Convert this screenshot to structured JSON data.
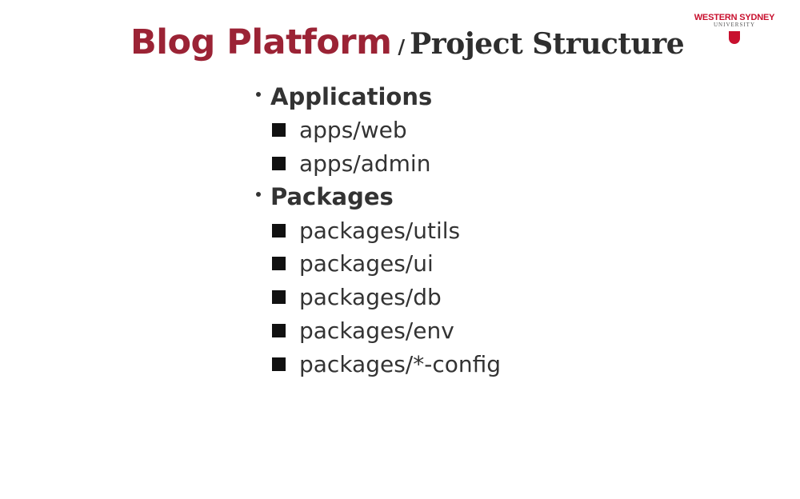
{
  "title": {
    "main": "Blog Platform",
    "separator": "/",
    "sub": "Project Structure"
  },
  "logo": {
    "line1": "WESTERN SYDNEY",
    "line2": "UNIVERSITY"
  },
  "sections": [
    {
      "label": "Applications",
      "items": [
        "apps/web",
        "apps/admin"
      ]
    },
    {
      "label": "Packages",
      "items": [
        "packages/utils",
        "packages/ui",
        "packages/db",
        "packages/env",
        "packages/*-config"
      ]
    }
  ],
  "colors": {
    "accent": "#9b2335",
    "text": "#333333"
  }
}
